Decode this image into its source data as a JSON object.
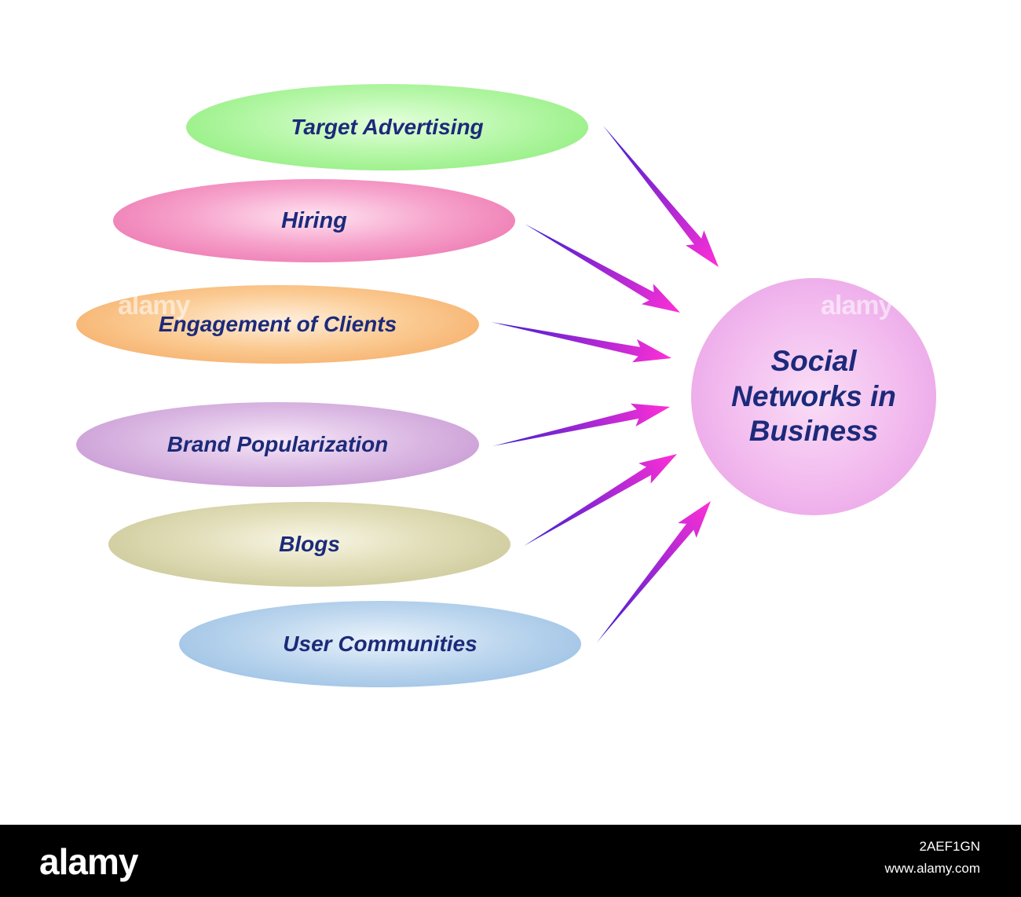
{
  "diagram": {
    "center": {
      "lines": [
        "Social",
        "Networks in",
        "Business"
      ]
    },
    "items": [
      {
        "label": "Target Advertising"
      },
      {
        "label": "Hiring"
      },
      {
        "label": "Engagement of Clients"
      },
      {
        "label": "Brand Popularization"
      },
      {
        "label": "Blogs"
      },
      {
        "label": "User Communities"
      }
    ],
    "colors": {
      "text": "#1c2a7a",
      "arrow_start": "#3a1fd0",
      "arrow_end": "#ff2fd6"
    }
  },
  "watermarks": {
    "left": "alamy",
    "right": "alamy"
  },
  "footer": {
    "logo": "alamy",
    "image_id": "2AEF1GN",
    "url": "www.alamy.com"
  }
}
